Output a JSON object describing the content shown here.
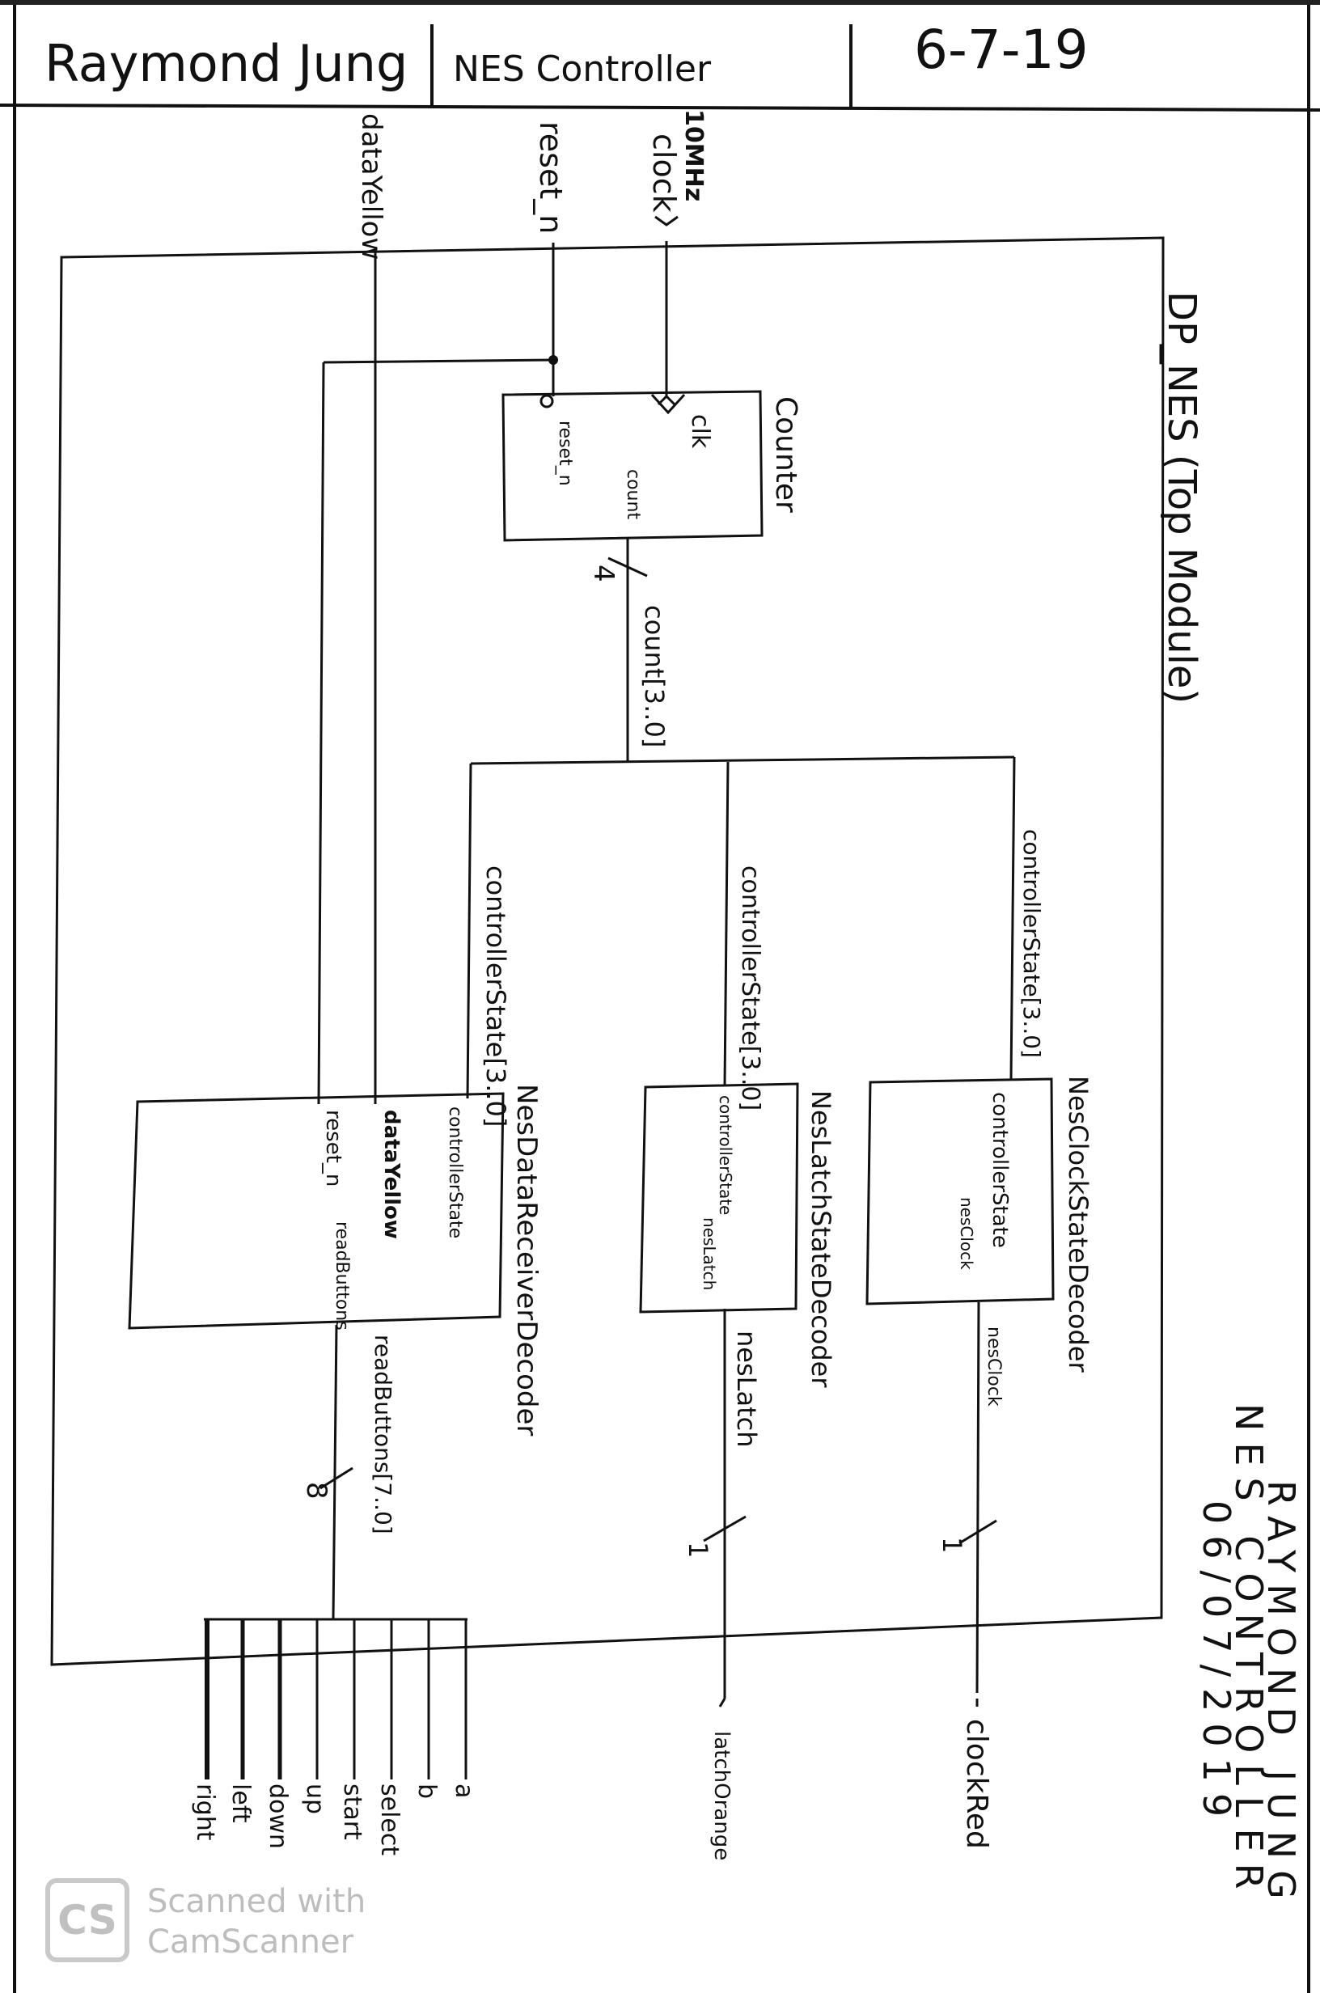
{
  "title_block": {
    "author": "Raymond Jung",
    "project": "NES Controller",
    "date": "6-7-19"
  },
  "diagram": {
    "module_title": "DP_NES (Top Module)",
    "ports": {
      "data_in": "dataYellow",
      "reset": "reset_n",
      "clock_freq": "10MHz",
      "clock": "clock",
      "latch_out": "latchOrange",
      "clock_out": "clockRed"
    },
    "counter": {
      "name": "Counter",
      "pin_clk": "clk",
      "pin_reset": "reset_n",
      "pin_count": "count"
    },
    "bus": {
      "width": "4",
      "label": "count[3..0]"
    },
    "branch_labels": {
      "data": "controllerState[3..0]",
      "latch": "controllerState[3..0]",
      "clock": "controllerState[3..0]"
    },
    "data_decoder": {
      "name": "NesDataReceiverDecoder",
      "pin_reset": "reset_n",
      "pin_data": "dataYellow",
      "pin_state": "controllerState",
      "pin_buttons": "readButtons"
    },
    "latch_decoder": {
      "name": "NesLatchStateDecoder",
      "pin_state": "controllerState",
      "pin_latch": "nesLatch"
    },
    "clock_decoder": {
      "name": "NesClockStateDecoder",
      "pin_state": "controllerState",
      "pin_clock": "nesClock"
    },
    "outputs": {
      "buttons_label": "readButtons[7..0]",
      "buttons_width": "8",
      "latch_label": "nesLatch",
      "latch_width": "1",
      "clock_label": "nesClock",
      "clock_width": "1",
      "button_names": [
        "a",
        "b",
        "select",
        "start",
        "up",
        "down",
        "left",
        "right"
      ]
    },
    "signature": {
      "line1": "RAYMOND JUNG",
      "line2": "NES CONTROLLER",
      "line3": "06/07/2019"
    }
  },
  "watermark": {
    "badge": "CS",
    "line1": "Scanned with",
    "line2": "CamScanner"
  }
}
